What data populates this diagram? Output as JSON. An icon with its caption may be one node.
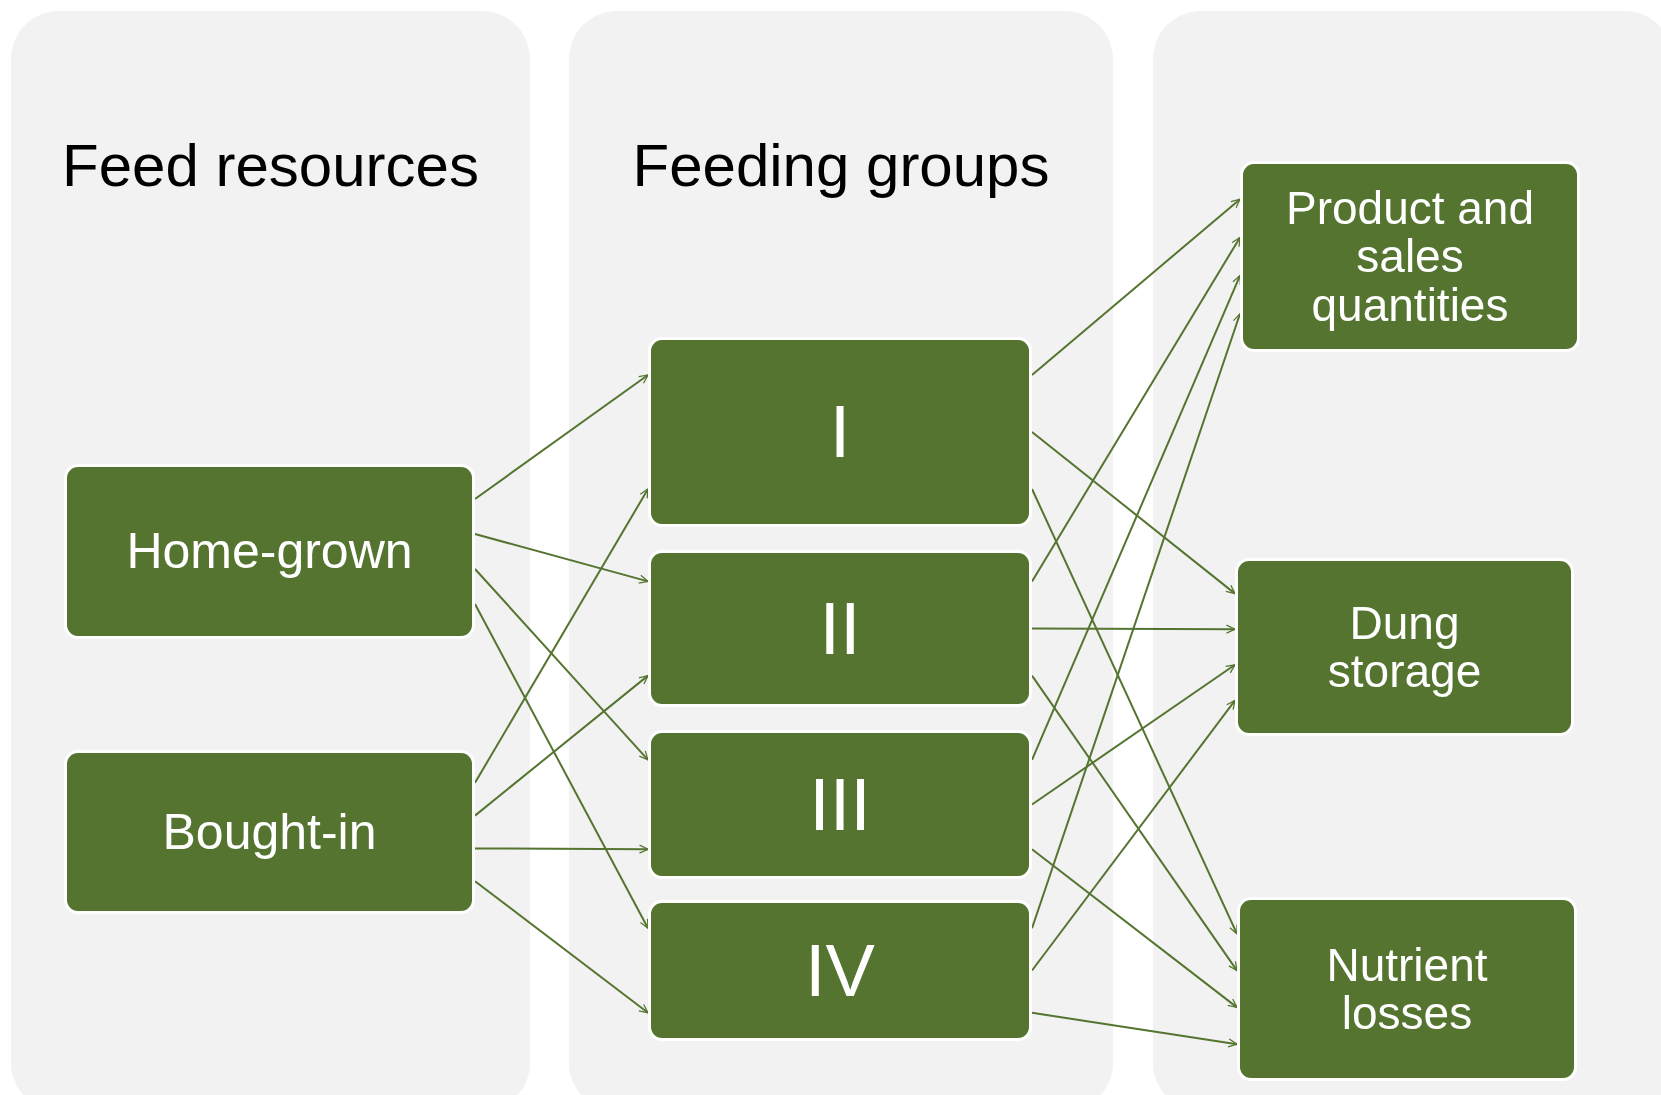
{
  "diagram": {
    "nodes": [
      {
        "text": [
          "Feed resources"
        ]
      },
      {
        "text": [
          "Home-grown"
        ],
        "in": 0
      },
      {
        "text": [
          "Bought-in"
        ],
        "in": 0
      },
      {
        "text": [
          "Feeding groups"
        ]
      },
      {
        "text": [
          "I"
        ],
        "in": 3
      },
      {
        "text": [
          "II"
        ],
        "in": 3
      },
      {
        "text": [
          "III"
        ],
        "in": 3
      },
      {
        "text": [
          "IV"
        ],
        "in": 3
      },
      {
        "text": [],
        "shape": "box"
      },
      {
        "text": [
          "Product and sales quantities"
        ],
        "in": 8
      },
      {
        "text": [
          "Dung storage"
        ],
        "in": 8
      },
      {
        "text": [
          "Nutrient losses"
        ],
        "in": 8
      }
    ],
    "edges": [
      {
        "from": 1,
        "to": 4,
        "arrow": "to"
      },
      {
        "from": 1,
        "to": 5,
        "arrow": "to"
      },
      {
        "from": 1,
        "to": 6,
        "arrow": "to"
      },
      {
        "from": 1,
        "to": 7,
        "arrow": "to"
      },
      {
        "from": 2,
        "to": 4,
        "arrow": "to"
      },
      {
        "from": 2,
        "to": 5,
        "arrow": "to"
      },
      {
        "from": 2,
        "to": 6,
        "arrow": "to"
      },
      {
        "from": 2,
        "to": 7,
        "arrow": "to"
      },
      {
        "from": 4,
        "to": 9,
        "arrow": "to"
      },
      {
        "from": 4,
        "to": 10,
        "arrow": "to"
      },
      {
        "from": 4,
        "to": 11,
        "arrow": "to"
      },
      {
        "from": 5,
        "to": 9,
        "arrow": "to"
      },
      {
        "from": 5,
        "to": 10,
        "arrow": "to"
      },
      {
        "from": 5,
        "to": 11,
        "arrow": "to"
      },
      {
        "from": 6,
        "to": 9,
        "arrow": "to"
      },
      {
        "from": 6,
        "to": 10,
        "arrow": "to"
      },
      {
        "from": 6,
        "to": 11,
        "arrow": "to"
      },
      {
        "from": 7,
        "to": 9,
        "arrow": "to"
      },
      {
        "from": 7,
        "to": 10,
        "arrow": "to"
      },
      {
        "from": 7,
        "to": 11,
        "arrow": "to"
      }
    ]
  }
}
